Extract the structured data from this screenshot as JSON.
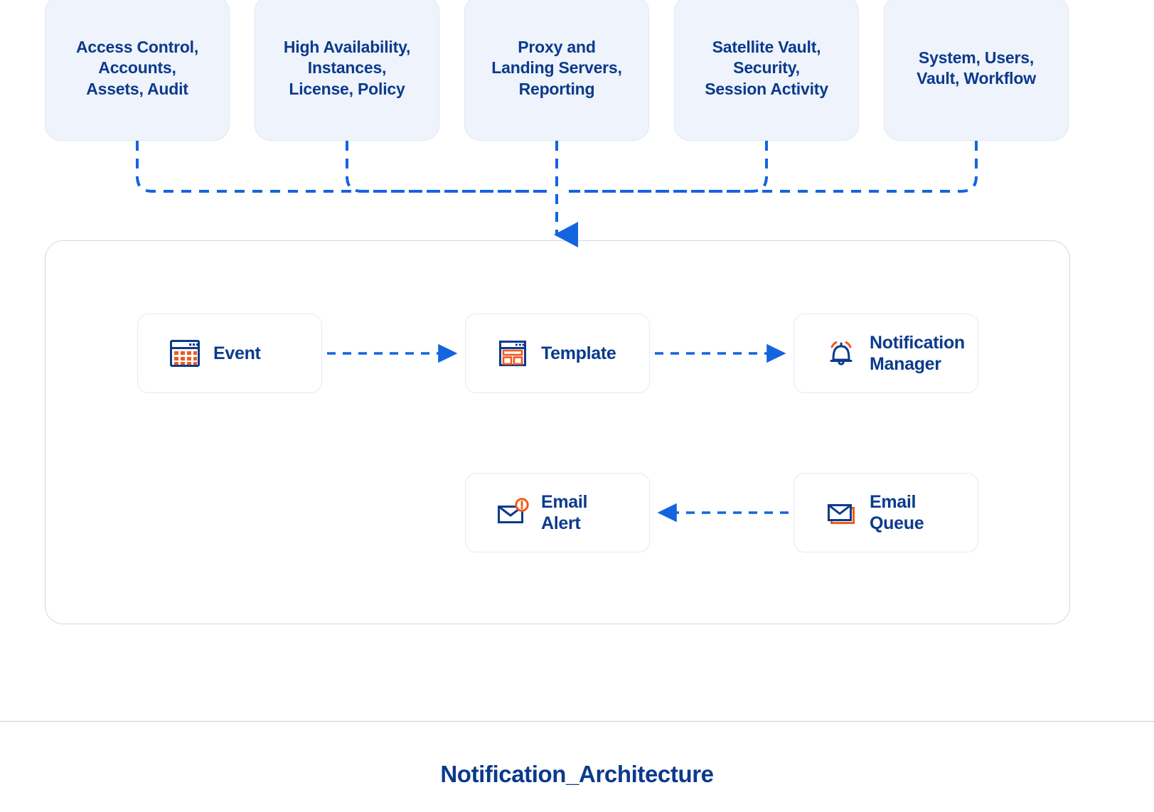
{
  "diagram": {
    "title": "Notification_Architecture",
    "colors": {
      "box_fill": "#eff3fb",
      "box_text": "#0b3a8c",
      "connector": "#1464e0",
      "icon_blue": "#0b3a8c",
      "icon_orange": "#f05a1e",
      "card_border": "#e3eaf6",
      "container_border": "#d3d8e0",
      "divider": "#c9c9c9"
    },
    "sources": [
      {
        "id": "access-control",
        "text": "Access Control,\nAccounts,\nAssets, Audit"
      },
      {
        "id": "high-availability",
        "text": "High Availability,\nInstances,\nLicense, Policy"
      },
      {
        "id": "proxy-landing",
        "text": "Proxy and\nLanding Servers,\nReporting"
      },
      {
        "id": "satellite-vault",
        "text": "Satellite Vault,\nSecurity,\nSession Activity"
      },
      {
        "id": "system-users",
        "text": "System, Users,\nVault, Workflow"
      }
    ],
    "nodes": [
      {
        "id": "event",
        "label": "Event",
        "icon": "calendar-icon"
      },
      {
        "id": "template",
        "label": "Template",
        "icon": "browser-template-icon"
      },
      {
        "id": "notification-manager",
        "label": "Notification\nManager",
        "icon": "bell-icon"
      },
      {
        "id": "email-alert",
        "label": "Email\nAlert",
        "icon": "envelope-alert-icon"
      },
      {
        "id": "email-queue",
        "label": "Email\nQueue",
        "icon": "envelope-stack-icon"
      }
    ],
    "flows": [
      {
        "from": "event",
        "to": "template",
        "style": "dashed"
      },
      {
        "from": "template",
        "to": "notification-manager",
        "style": "dashed"
      },
      {
        "from": "email-queue",
        "to": "email-alert",
        "style": "dashed"
      },
      {
        "from": "sources-bus",
        "to": "notification-container",
        "style": "dashed"
      }
    ]
  }
}
